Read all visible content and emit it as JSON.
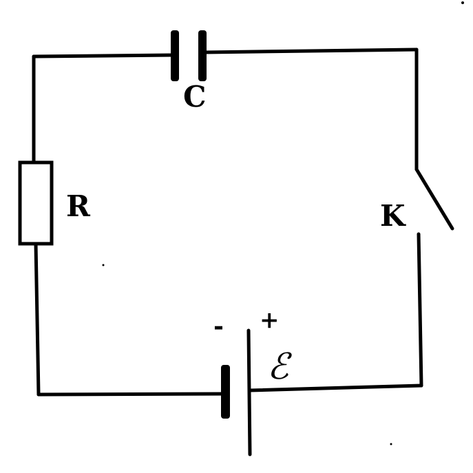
{
  "diagram": {
    "components": {
      "capacitor": {
        "label": "C"
      },
      "resistor": {
        "label": "R"
      },
      "switch": {
        "label": "K",
        "state": "open"
      },
      "battery": {
        "label": "ℰ",
        "negative_sign": "-",
        "positive_sign": "+"
      }
    },
    "colors": {
      "ink": "#000000",
      "background": "#ffffff"
    }
  }
}
